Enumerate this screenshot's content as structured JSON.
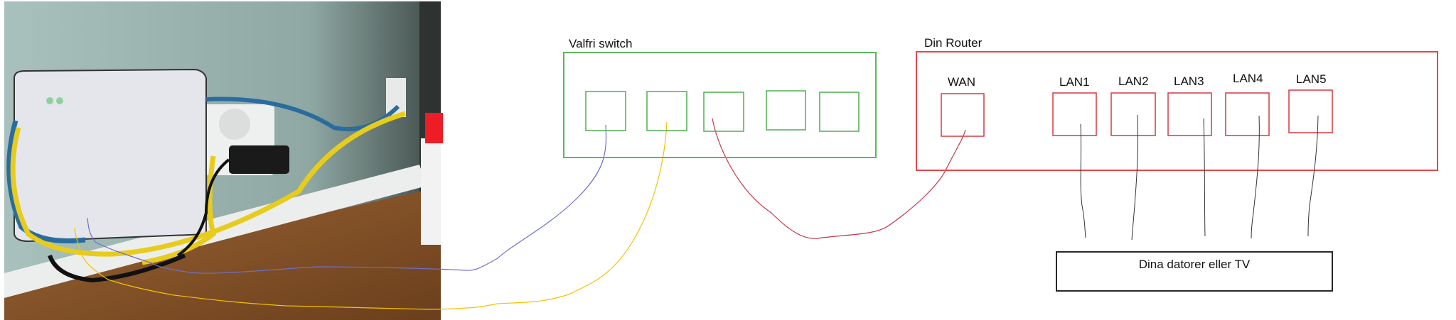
{
  "switch": {
    "title": "Valfri switch",
    "port_count": 5
  },
  "router": {
    "title": "Din Router",
    "ports": [
      {
        "label": "WAN"
      },
      {
        "label": "LAN1"
      },
      {
        "label": "LAN2"
      },
      {
        "label": "LAN3"
      },
      {
        "label": "LAN4"
      },
      {
        "label": "LAN5"
      }
    ]
  },
  "devices": {
    "label": "Dina datorer eller TV"
  },
  "colors": {
    "switch": "#5cb85c",
    "router": "#e0474c",
    "cable_wan": "#c0394a",
    "cable_purple": "#6f6fc8",
    "cable_yellow": "#f2c200",
    "lan_cable": "#333333",
    "marker": "#ee1c25"
  }
}
